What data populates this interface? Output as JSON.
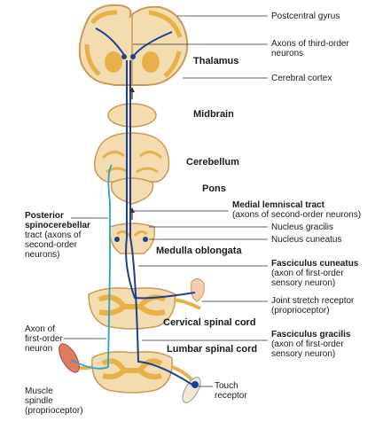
{
  "labels": {
    "postcentral_gyrus": "Postcentral gyrus",
    "axons_third_order": [
      "Axons of third-order",
      "neurons"
    ],
    "thalamus": "Thalamus",
    "cerebral_cortex": "Cerebral cortex",
    "midbrain": "Midbrain",
    "cerebellum": "Cerebellum",
    "pons": "Pons",
    "posterior_spinocerebellar": [
      "Posterior",
      "spinocerebellar",
      "tract (axons of",
      "second-order",
      "neurons)"
    ],
    "medial_lemniscal": [
      "Medial lemniscal tract",
      "(axons of second-order neurons)"
    ],
    "nucleus_gracilis": "Nucleus gracilis",
    "nucleus_cuneatus": "Nucleus cuneatus",
    "medulla_oblongata": "Medulla oblongata",
    "fasciculus_cuneatus": [
      "Fasciculus cuneatus",
      "(axon of first-order",
      "sensory neuron)"
    ],
    "joint_stretch_receptor": [
      "Joint stretch receptor",
      "(proprioceptor)"
    ],
    "cervical_spinal_cord": "Cervical spinal cord",
    "axon_first_order": [
      "Axon of",
      "first-order",
      "neuron"
    ],
    "fasciculus_gracilis": [
      "Fasciculus gracilis",
      "(axon of first-order",
      "sensory neuron)"
    ],
    "lumbar_spinal_cord": "Lumbar spinal cord",
    "muscle_spindle": [
      "Muscle",
      "spindle",
      "(proprioceptor)"
    ],
    "touch_receptor": [
      "Touch",
      "receptor"
    ]
  },
  "colors": {
    "tissue": "#f3dcb0",
    "tissue_edge": "#c99a55",
    "gray_matter": "#e8b048",
    "tract_blue": "#1d3f8f",
    "tract_cyan": "#2aa3c9",
    "leader": "#333333"
  }
}
